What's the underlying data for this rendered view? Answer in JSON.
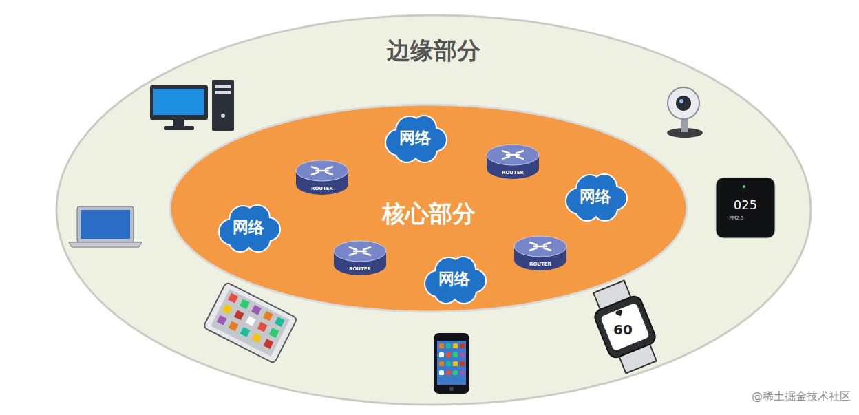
{
  "diagram": {
    "nodes": [
      {
        "text": [
          "边缘部分"
        ]
      },
      {
        "text": [
          "核心部分"
        ],
        "in": 0
      },
      {
        "text": [
          "网络"
        ],
        "in": 1
      },
      {
        "text": [
          "ROUTER"
        ],
        "in": 1
      },
      {
        "text": [
          "ROUTER"
        ],
        "in": 1
      },
      {
        "text": [
          "网络"
        ],
        "in": 1
      },
      {
        "text": [
          "网络"
        ],
        "in": 1
      },
      {
        "text": [
          "ROUTER"
        ],
        "in": 1
      },
      {
        "text": [
          "ROUTER"
        ],
        "in": 1
      },
      {
        "text": [
          "网络"
        ],
        "in": 1
      }
    ],
    "labels": [
      "025",
      "PM2.5",
      "60",
      "@稀土掘金技术社区"
    ]
  }
}
